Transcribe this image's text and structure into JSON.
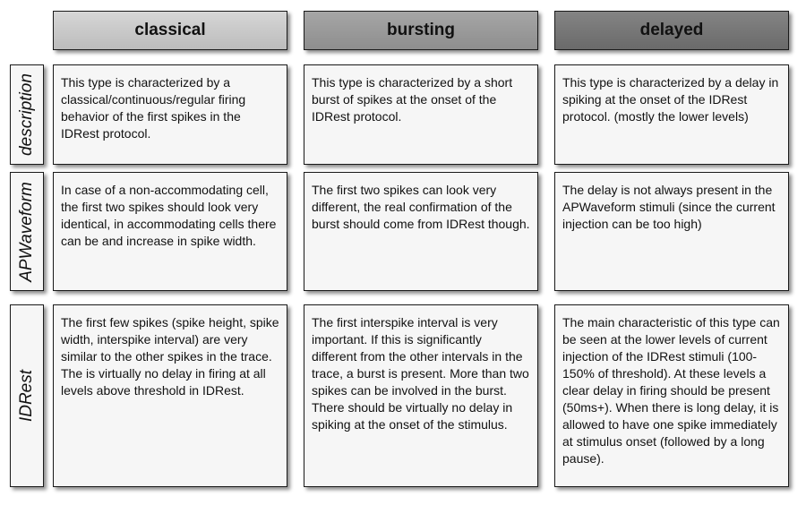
{
  "columns": [
    "classical",
    "bursting",
    "delayed"
  ],
  "rows": [
    "description",
    "APWaveform",
    "IDRest"
  ],
  "cells": {
    "description": {
      "classical": "This type is characterized by a classical/continuous/regular firing behavior of the first spikes in the IDRest protocol.",
      "bursting": "This type is characterized by a short burst of spikes at the onset of the IDRest protocol.",
      "delayed": "This type is characterized by a delay in spiking at the onset of the IDRest protocol. (mostly the lower levels)"
    },
    "APWaveform": {
      "classical": "In case of a non-accommodating cell, the first two spikes should look very identical, in accommodating cells there can be and increase in spike width.",
      "bursting": "The first two spikes can look very different, the real confirmation of the burst should come from IDRest though.",
      "delayed": "The delay is not always present in the APWaveform stimuli (since the current injection can be too high)"
    },
    "IDRest": {
      "classical": "The first few spikes (spike height, spike width, interspike interval) are very similar to the other spikes in the trace. The is virtually no delay in firing at all levels above threshold in IDRest.",
      "bursting": "The first interspike interval is very important. If this is significantly different from the other intervals in the trace, a burst is present. More than two spikes can be involved in the burst. There should be virtually no delay in spiking at the onset of the stimulus.",
      "delayed": "The main characteristic of this type can be seen at the lower levels of current injection of the IDRest stimuli (100-150% of threshold). At these levels a clear delay in firing should be present (50ms+). When there is long delay, it is allowed to have one spike immediately at stimulus onset (followed by a long pause)."
    }
  }
}
